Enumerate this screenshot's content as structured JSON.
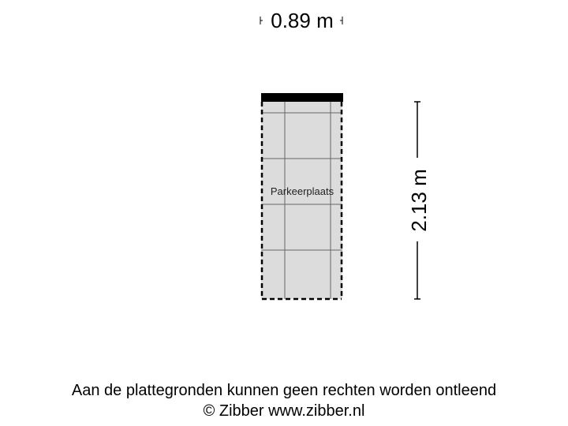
{
  "plan": {
    "room_label": "Parkeerplaats",
    "width_dimension": "0.89 m",
    "depth_dimension": "2.13 m",
    "colors": {
      "floor": "#dcdcdc",
      "grid": "#666666",
      "wall": "#000000",
      "outline": "#000000"
    }
  },
  "footer": {
    "disclaimer": "Aan de plattegronden kunnen geen rechten worden ontleend",
    "copyright": "© Zibber www.zibber.nl"
  }
}
